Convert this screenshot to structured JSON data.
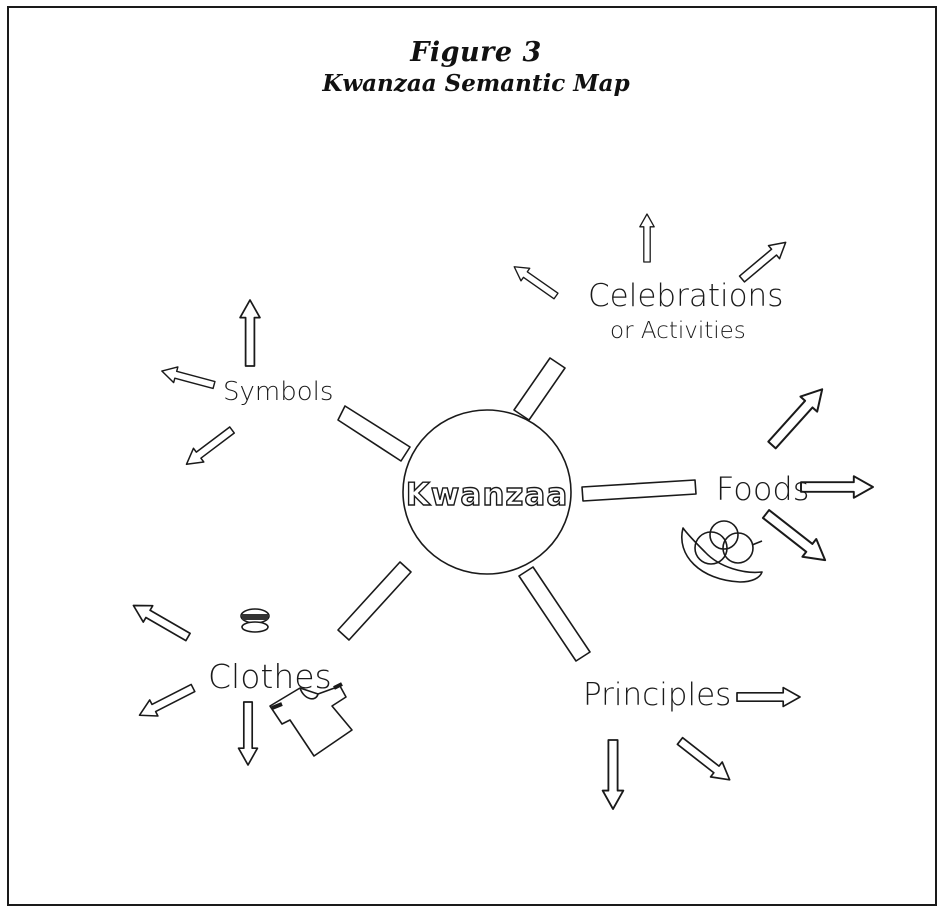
{
  "figure": {
    "number": "Figure 3",
    "title": "Kwanzaa Semantic Map"
  },
  "center": {
    "label": "Kwanzaa"
  },
  "branches": {
    "celebrations": {
      "line1": "Celebrations",
      "line2": "or Activities"
    },
    "symbols": {
      "label": "Symbols"
    },
    "foods": {
      "label": "Foods"
    },
    "clothes": {
      "label": "Clothes"
    },
    "principles": {
      "label": "Principles"
    }
  },
  "colors": {
    "ink": "#1a1a1a",
    "paper": "#ffffff"
  }
}
